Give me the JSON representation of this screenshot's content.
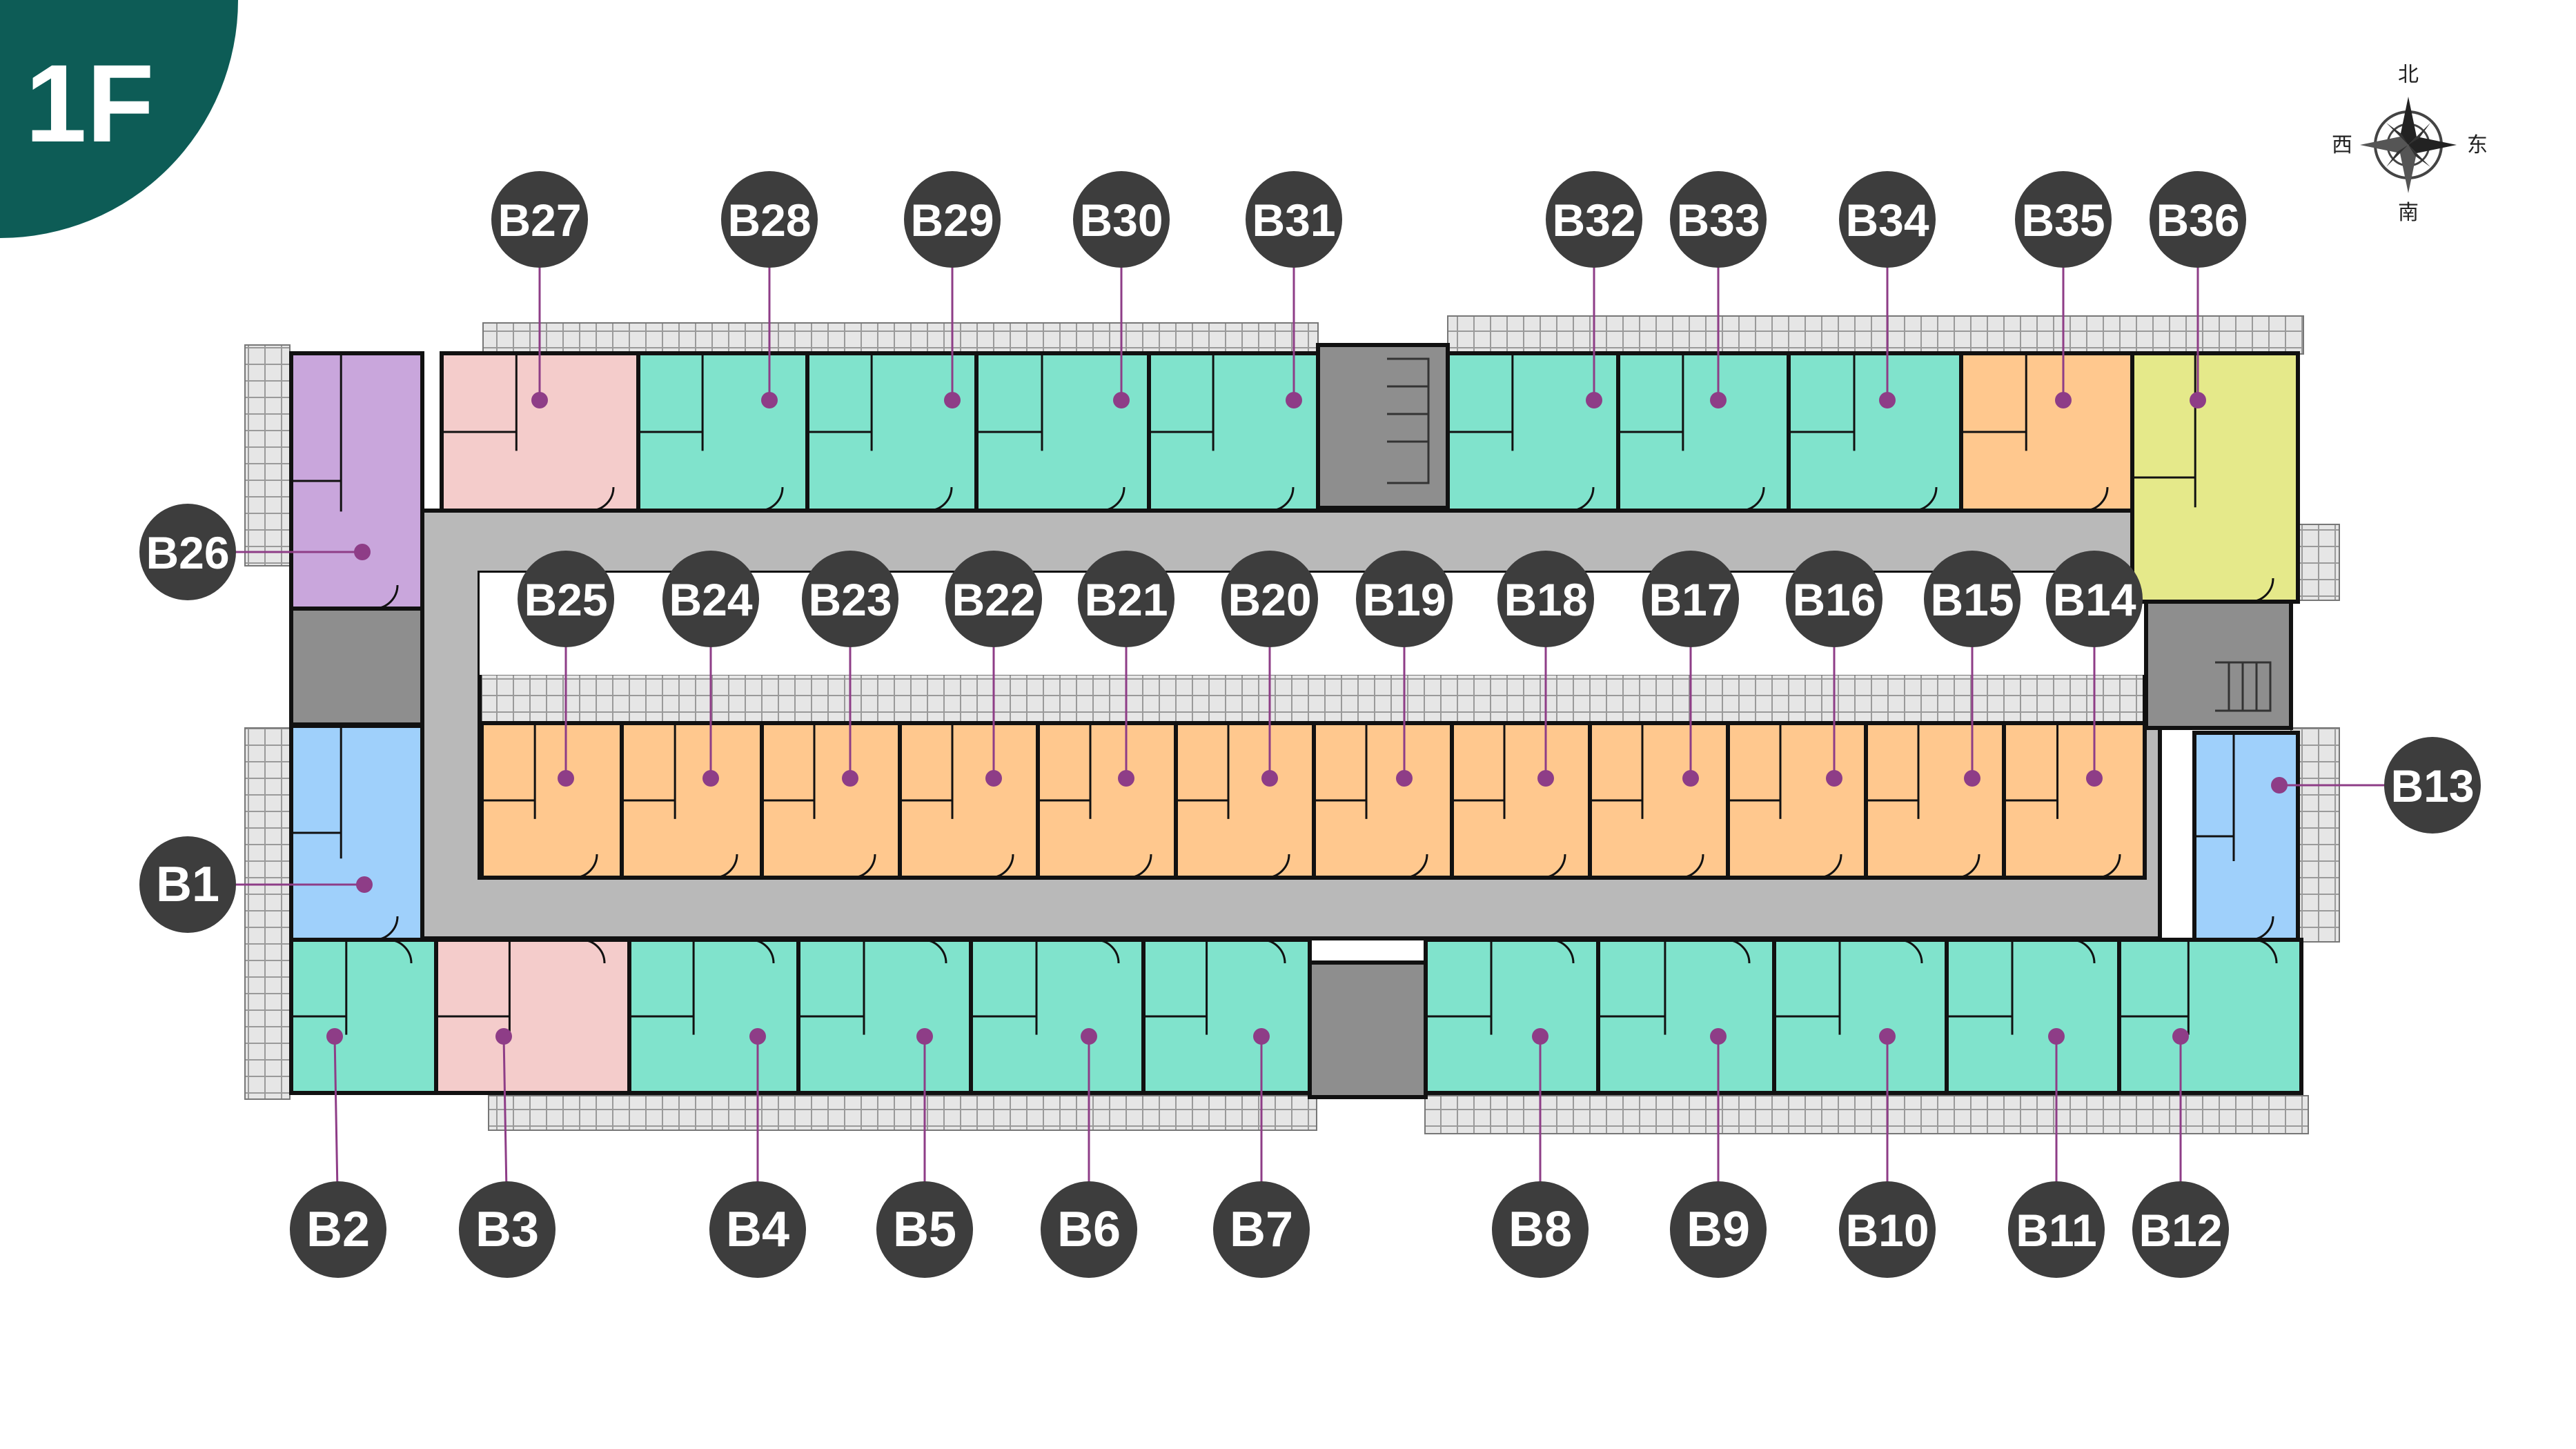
{
  "floor_label": "1F",
  "compass": {
    "north": "北",
    "south": "南",
    "west": "西",
    "east": "东",
    "icon": "compass-rose-icon"
  },
  "colors": {
    "corner": "#0d5c56",
    "corridor": "#b9b9b9",
    "stair": "#8e8e8e",
    "wall": "#111111",
    "badge": "#3d3d3d",
    "dot": "#8e3d87",
    "teal": "#80e3cc",
    "orange": "#ffc88e",
    "pink": "#f4cccb",
    "purple": "#c9a6dc",
    "yellow": "#e5e98a",
    "blue": "#9fd0fb"
  },
  "units": {
    "B1": "B1",
    "B2": "B2",
    "B3": "B3",
    "B4": "B4",
    "B5": "B5",
    "B6": "B6",
    "B7": "B7",
    "B8": "B8",
    "B9": "B9",
    "B10": "B10",
    "B11": "B11",
    "B12": "B12",
    "B13": "B13",
    "B14": "B14",
    "B15": "B15",
    "B16": "B16",
    "B17": "B17",
    "B18": "B18",
    "B19": "B19",
    "B20": "B20",
    "B21": "B21",
    "B22": "B22",
    "B23": "B23",
    "B24": "B24",
    "B25": "B25",
    "B26": "B26",
    "B27": "B27",
    "B28": "B28",
    "B29": "B29",
    "B30": "B30",
    "B31": "B31",
    "B32": "B32",
    "B33": "B33",
    "B34": "B34",
    "B35": "B35",
    "B36": "B36"
  }
}
